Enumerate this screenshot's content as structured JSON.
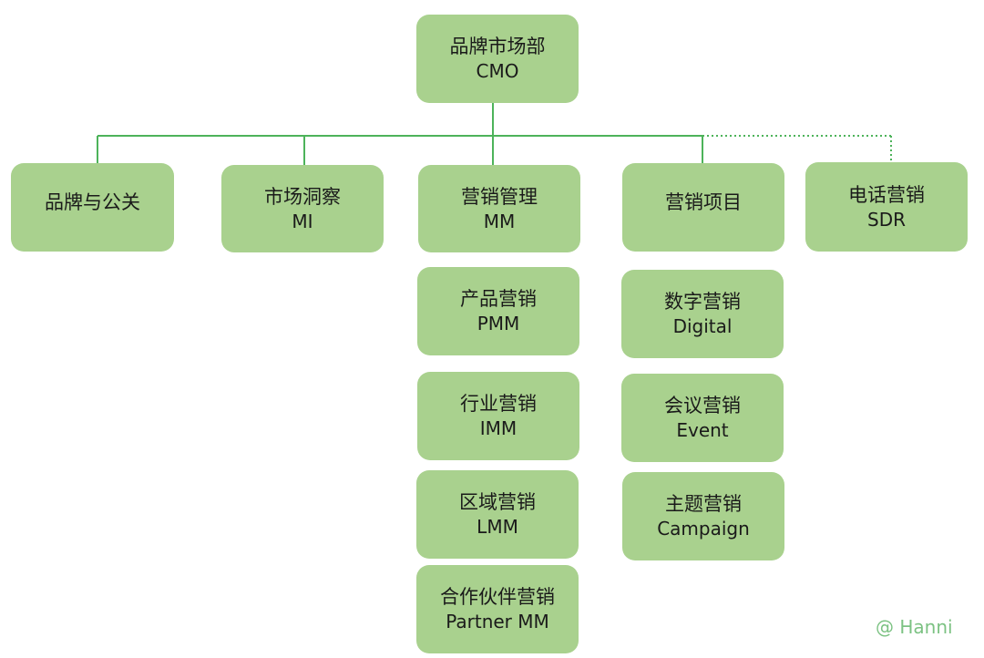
{
  "colors": {
    "box_fill": "#a9d18e",
    "connector": "#4db35a",
    "watermark": "#7cc283",
    "text": "#1a1a1a"
  },
  "org_chart": {
    "root": {
      "name": "品牌市场部",
      "abbr": "CMO"
    },
    "departments": {
      "brand_pr": {
        "name": "品牌与公关",
        "abbr": ""
      },
      "market_insight": {
        "name": "市场洞察",
        "abbr": "MI"
      },
      "marketing_management": {
        "name": "营销管理",
        "abbr": "MM"
      },
      "marketing_programs": {
        "name": "营销项目",
        "abbr": ""
      },
      "telesales": {
        "name": "电话营销",
        "abbr": "SDR"
      }
    },
    "mm_teams": [
      {
        "name": "产品营销",
        "abbr": "PMM"
      },
      {
        "name": "行业营销",
        "abbr": "IMM"
      },
      {
        "name": "区域营销",
        "abbr": "LMM"
      },
      {
        "name": "合作伙伴营销",
        "abbr": "Partner MM"
      }
    ],
    "program_teams": [
      {
        "name": "数字营销",
        "abbr": "Digital"
      },
      {
        "name": "会议营销",
        "abbr": "Event"
      },
      {
        "name": "主题营销",
        "abbr": "Campaign"
      }
    ]
  },
  "watermark": "@ Hanni"
}
